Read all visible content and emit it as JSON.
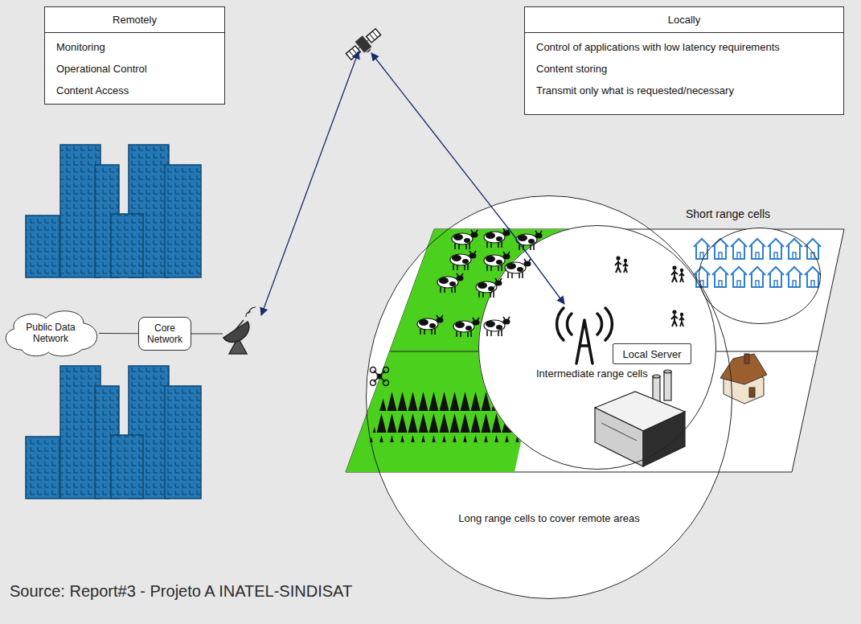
{
  "diagram": {
    "nodes": [
      {
        "text": [
          "Remotely",
          "Monitoring",
          "Operational Control",
          "Content Access"
        ]
      },
      {
        "text": [
          "Locally",
          "Control of applications with low latency requirements",
          "Content storing",
          "Transmit only what is requested/necessary"
        ]
      },
      {
        "text": [
          "Public Data Network"
        ]
      },
      {
        "text": [
          "Core Network"
        ]
      },
      {
        "text": [
          "Long range cells to cover remote areas"
        ]
      },
      {
        "text": [
          "Intermediate range cells"
        ],
        "in": 4
      },
      {
        "text": [
          "Local Server"
        ],
        "in": 5
      },
      {
        "text": [
          "Short range cells"
        ]
      }
    ],
    "edges": [
      {
        "from": 2,
        "to": 3,
        "arrow": "none"
      }
    ],
    "labels": [
      "Source: Report#3 - Projeto A INATEL-SINDISAT"
    ]
  }
}
